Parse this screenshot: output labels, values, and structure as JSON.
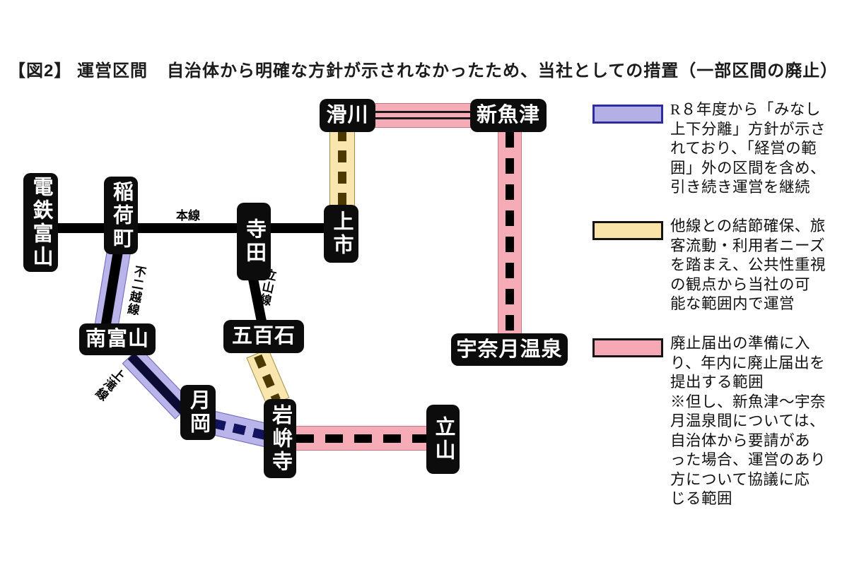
{
  "title": {
    "figure_label": "【図2】 運営区間",
    "description": "自治体から明確な方針が示されなかったため、当社としての措置（一部区間の廃止）"
  },
  "map": {
    "stations": [
      {
        "id": "dentetsu-toyama",
        "name": "電鉄富山"
      },
      {
        "id": "inarimachi",
        "name": "稲荷町"
      },
      {
        "id": "terada",
        "name": "寺田"
      },
      {
        "id": "kamiichi",
        "name": "上市"
      },
      {
        "id": "namerikawa",
        "name": "滑川"
      },
      {
        "id": "shin-uozu",
        "name": "新魚津"
      },
      {
        "id": "minami-toyama",
        "name": "南富山"
      },
      {
        "id": "gohyakkoku",
        "name": "五百石"
      },
      {
        "id": "tsukioka",
        "name": "月岡"
      },
      {
        "id": "iwakuraji",
        "name": "岩峅寺"
      },
      {
        "id": "tateyama",
        "name": "立山"
      },
      {
        "id": "unazuki-onsen",
        "name": "宇奈月温泉"
      }
    ],
    "line_labels": [
      {
        "id": "honsen",
        "name": "本線"
      },
      {
        "id": "fujikoshi-line",
        "name": "不二越線"
      },
      {
        "id": "tateyama-line",
        "name": "立山線"
      },
      {
        "id": "kamidaki-line",
        "name": "上滝線"
      }
    ],
    "sections": [
      {
        "from": "電鉄富山",
        "to": "稲荷町",
        "line": "本線",
        "highlight": "none",
        "line_style": "solid-black"
      },
      {
        "from": "稲荷町",
        "to": "寺田",
        "line": "本線",
        "highlight": "none",
        "line_style": "solid-black"
      },
      {
        "from": "寺田",
        "to": "上市",
        "line": "本線",
        "highlight": "none",
        "line_style": "solid-black"
      },
      {
        "from": "上市",
        "to": "滑川",
        "line": "本線",
        "highlight": "yellow",
        "line_style": "dashed"
      },
      {
        "from": "滑川",
        "to": "新魚津",
        "line": "本線",
        "highlight": "pink",
        "line_style": "double-thin"
      },
      {
        "from": "新魚津",
        "to": "宇奈月温泉",
        "line": "本線",
        "highlight": "pink",
        "line_style": "dashed"
      },
      {
        "from": "稲荷町",
        "to": "南富山",
        "line": "不二越線",
        "highlight": "blue",
        "line_style": "solid"
      },
      {
        "from": "南富山",
        "to": "月岡",
        "line": "上滝線",
        "highlight": "blue",
        "line_style": "solid"
      },
      {
        "from": "月岡",
        "to": "岩峅寺",
        "line": "上滝線",
        "highlight": "blue",
        "line_style": "dashed"
      },
      {
        "from": "寺田",
        "to": "五百石",
        "line": "立山線",
        "highlight": "none",
        "line_style": "solid-black"
      },
      {
        "from": "五百石",
        "to": "岩峅寺",
        "line": "立山線",
        "highlight": "yellow",
        "line_style": "dashed"
      },
      {
        "from": "岩峅寺",
        "to": "立山",
        "line": "立山線",
        "highlight": "pink",
        "line_style": "dashed"
      }
    ]
  },
  "legend": {
    "items": [
      {
        "id": "blue-continue-operation",
        "swatch_color": "#b4b0e6",
        "swatch_border": "#2d2da0",
        "text": "R８年度から「みなし\n上下分離」方針が示さ\nれており、「経営の範\n囲」外の区間を含め、\n引き続き運営を継続"
      },
      {
        "id": "yellow-public-priority",
        "swatch_color": "#f8e4a9",
        "swatch_border": "#141414",
        "text": "他線との結節確保、旅\n客流動・利用者ニーズ\nを踏まえ、公共性重視\nの観点から当社の可\n能な範囲内で運営"
      },
      {
        "id": "pink-abolition-filing",
        "swatch_color": "#f6a9b4",
        "swatch_border": "#141414",
        "text": "廃止届出の準備に入\nり、年内に廃止届出を\n提出する範囲\n※但し、新魚津～宇奈\n月温泉間については、\n自治体から要請があ\nった場合、運営のあり\n方について協議に応\nじる範囲"
      }
    ]
  },
  "colors": {
    "station_bg": "#0c0c0c",
    "station_text": "#ffffff",
    "blue_band": "#b9b4e9",
    "yellow_band": "#f8e6ae",
    "pink_band": "#f5acb6",
    "black_line": "#000000",
    "navy_line": "#12125e",
    "olive_dash": "#4a3a00"
  }
}
